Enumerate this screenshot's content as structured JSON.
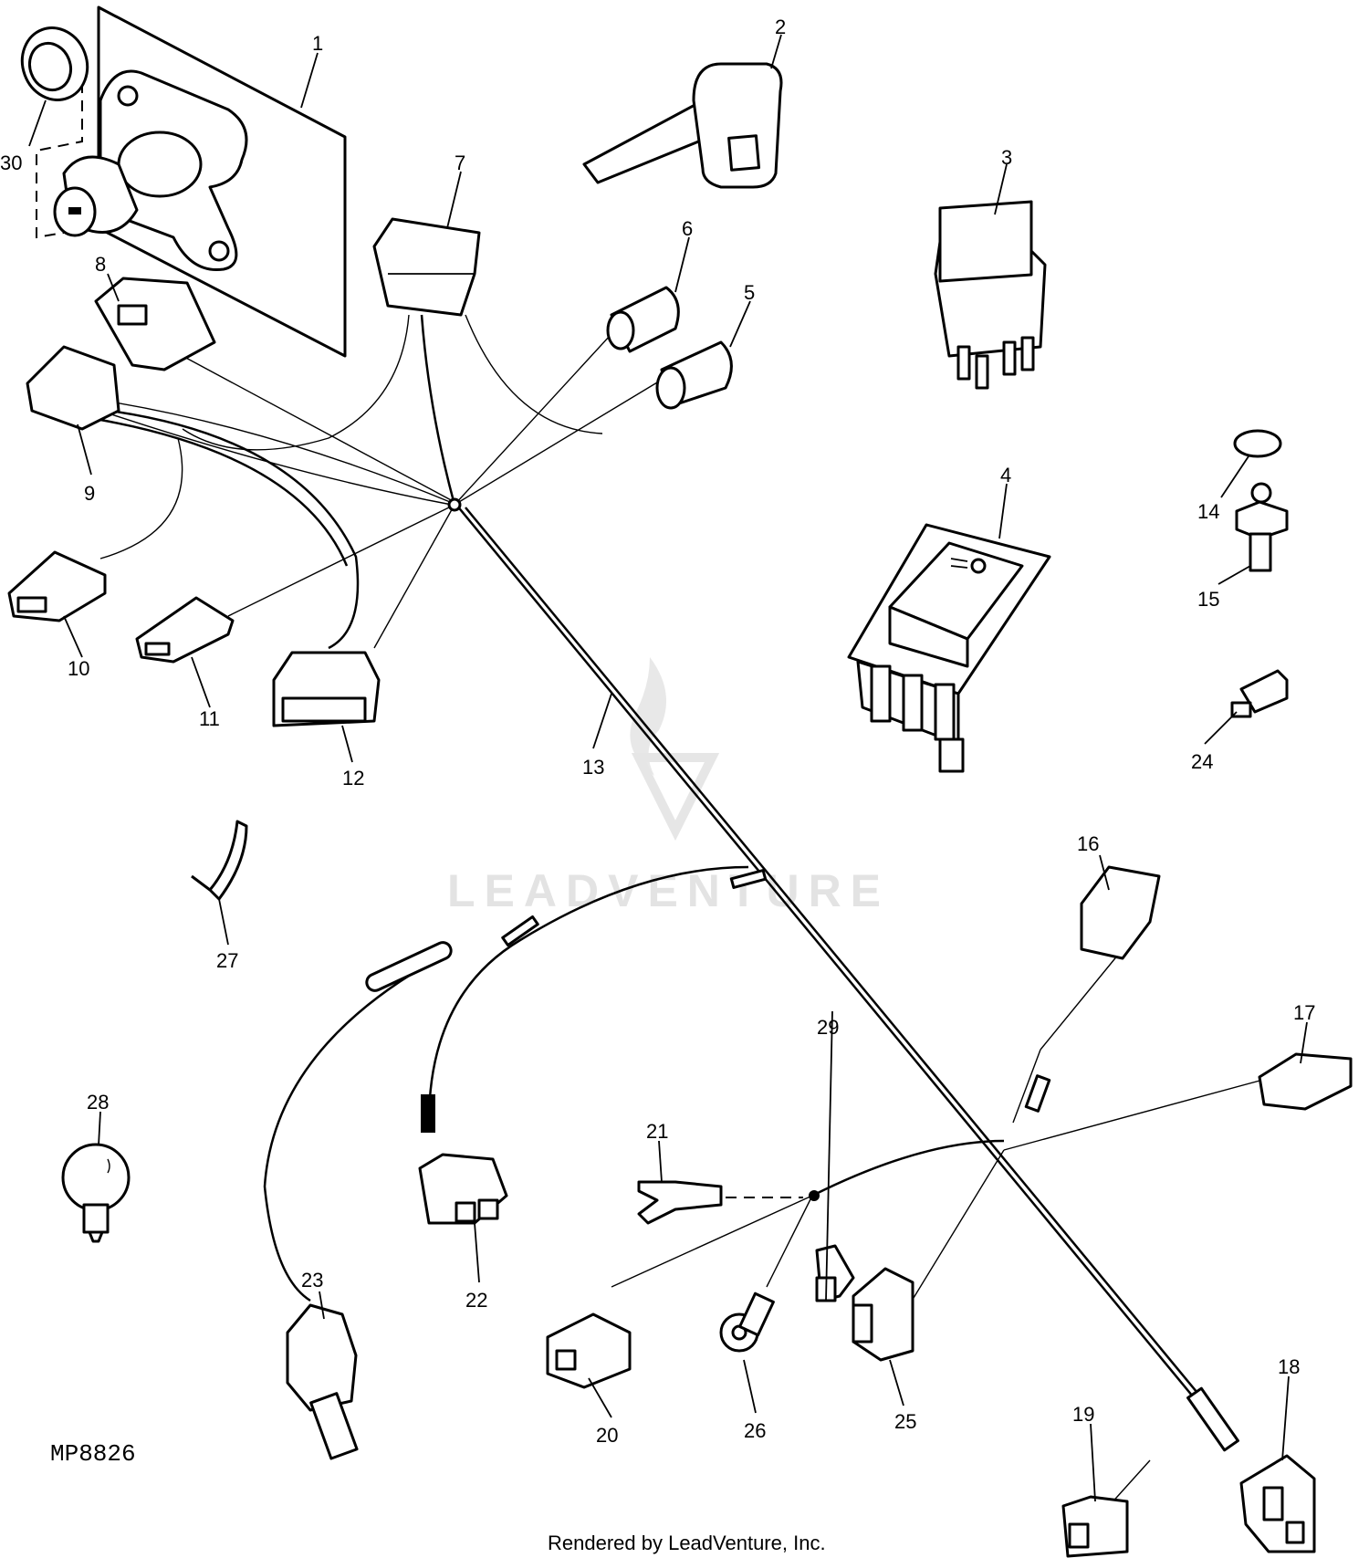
{
  "diagram": {
    "drawing_code": "MP8826",
    "footer": "Rendered by LeadVenture, Inc.",
    "watermark": "LEADVENTURE",
    "callouts": [
      "1",
      "2",
      "3",
      "4",
      "5",
      "6",
      "7",
      "8",
      "9",
      "10",
      "11",
      "12",
      "13",
      "14",
      "15",
      "16",
      "17",
      "18",
      "19",
      "20",
      "21",
      "22",
      "23",
      "24",
      "25",
      "26",
      "27",
      "28",
      "29",
      "30"
    ]
  }
}
